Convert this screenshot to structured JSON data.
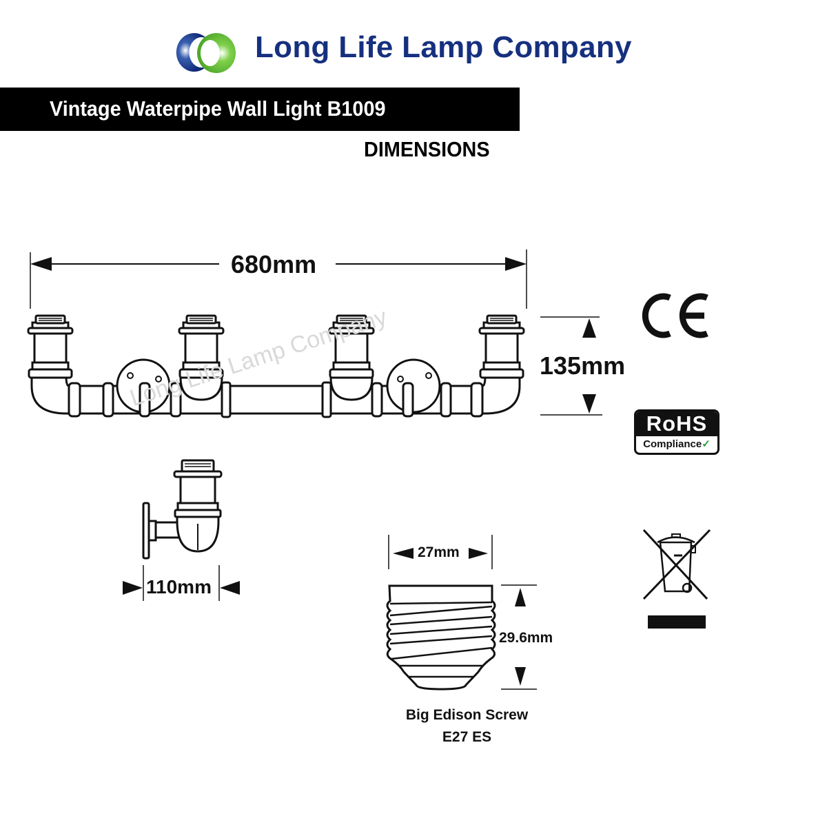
{
  "header": {
    "company_name": "Long Life Lamp Company",
    "logo_colors": {
      "left_ring": "#163a8a",
      "right_ring": "#6cc23a"
    },
    "brand_color": "#16307f"
  },
  "product": {
    "title": "Vintage Waterpipe Wall Light B1009",
    "section_label": "DIMENSIONS"
  },
  "dimensions": {
    "width": "680mm",
    "height": "135mm",
    "depth": "110mm",
    "bulb_base_width": "27mm",
    "bulb_base_height": "29.6mm"
  },
  "bulb": {
    "type_line1": "Big Edison Screw",
    "type_line2": "E27 ES"
  },
  "certifications": {
    "ce_mark": "CE",
    "rohs_title": "RoHS",
    "rohs_subtitle": "Compliance",
    "rohs_check": "✓",
    "weee_icon": "crossed-out-wheelie-bin"
  },
  "watermark": "Long Life Lamp Company",
  "lamp_count": 4
}
